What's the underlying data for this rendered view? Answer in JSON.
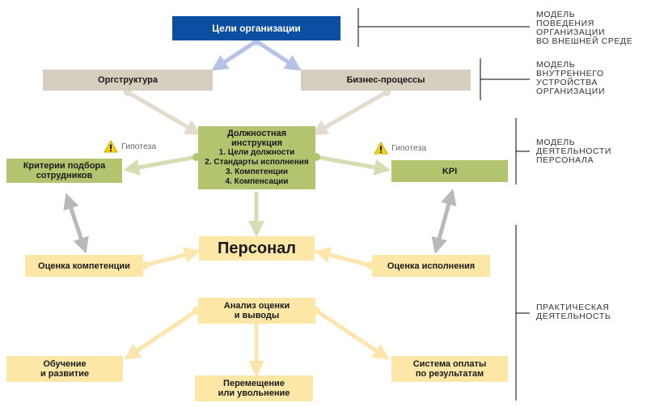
{
  "nodes": {
    "goals": "Цели организации",
    "orgstructure": "Оргструктура",
    "business_processes": "Бизнес-процессы",
    "job_instruction": {
      "title_line1": "Должностная",
      "title_line2": "инструкция",
      "items": [
        "1. Цели должности",
        "2. Стандарты исполнения",
        "3. Компетенции",
        "4. Компенсации"
      ]
    },
    "selection_criteria": [
      "Критерии подбора",
      "сотрудников"
    ],
    "kpi": "KPI",
    "personnel": "Персонал",
    "competence_assessment": "Оценка компетенции",
    "performance_assessment": "Оценка исполнения",
    "analysis": [
      "Анализ оценки",
      "и выводы"
    ],
    "training": [
      "Обучение",
      "и развитие"
    ],
    "transfer": [
      "Перемещение",
      "или увольнение"
    ],
    "payment_system": [
      "Система оплаты",
      "по результатам"
    ]
  },
  "hypothesis_label": "Гипотеза",
  "side_labels": {
    "external": [
      "МОДЕЛЬ",
      "ПОВЕДЕНИЯ",
      "ОРГАНИЗАЦИИ",
      "ВО ВНЕШНЕЙ СРЕДЕ"
    ],
    "internal": [
      "МОДЕЛЬ",
      "ВНУТРЕННЕГО",
      "УСТРОЙСТВА",
      "ОРГАНИЗАЦИИ"
    ],
    "personnel_activity": [
      "МОДЕЛЬ",
      "ДЕЯТЕЛЬНОСТИ",
      "ПЕРСОНАЛА"
    ],
    "practice": [
      "ПРАКТИЧЕСКАЯ",
      "ДЕЯТЕЛЬНОСТЬ"
    ]
  },
  "colors": {
    "blue": "#0a4fa1",
    "beige": "#d6cfc0",
    "green": "#b2c46e",
    "yellow": "#fde7a6",
    "blue_arrow": "#b6c3e6",
    "beige_arrow": "#e2dccf",
    "green_arrow": "#d3dfb2",
    "yellow_arrow": "#fce6ad",
    "gray_arrow": "#b9b9b9"
  }
}
